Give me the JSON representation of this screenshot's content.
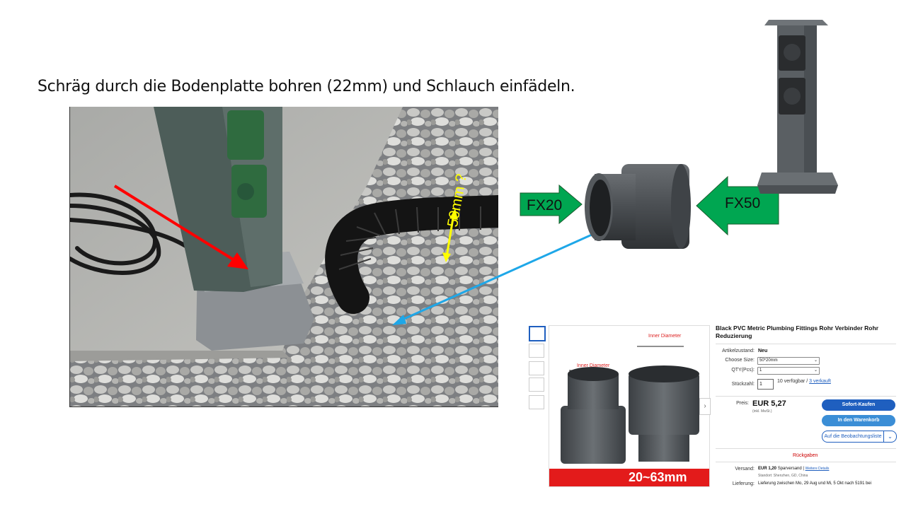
{
  "slide": {
    "title": "Schräg durch die Bodenplatte bohren (22mm) und Schlauch einfädeln.",
    "photo_annotation": "50mm ?",
    "fx_left": "FX20",
    "fx_right": "FX50"
  },
  "colors": {
    "green_arrow": "#00a651",
    "red_arrow": "#ff0000",
    "blue_line": "#1ea7e8",
    "yellow_marker": "#ffff00",
    "ebay_blue": "#1f5fbf"
  },
  "listing": {
    "title": "Black PVC Metric Plumbing Fittings Rohr Verbinder Rohr Reduzierung",
    "image_label_left": "Inner Diameter",
    "image_label_right": "Inner Diameter",
    "image_banner": "20~63mm",
    "condition_label": "Artikelzustand:",
    "condition_value": "Neu",
    "size_label": "Choose Size:",
    "size_value": "50*20mm",
    "qty_label": "QTY(Pcs):",
    "qty_value": "1",
    "count_label": "Stückzahl:",
    "count_value": "1",
    "available": "10 verfügbar /",
    "sold": "3 verkauft",
    "price_label": "Preis:",
    "price": "EUR 5,27",
    "price_note": "(inkl. MwSt.)",
    "buy_now": "Sofort-Kaufen",
    "add_to_cart": "In den Warenkorb",
    "watch": "Auf die Beobachtungsliste",
    "returns": "Rückgaben",
    "shipping_label": "Versand:",
    "shipping_value": "EUR 1,20",
    "shipping_type": "Sparversand |",
    "shipping_details": "Weitere Details",
    "location": "Standort: Shenzhen, GD, China",
    "delivery_label": "Lieferung:",
    "delivery_value": "Lieferung zwischen Mo, 29 Aug und Mi, 5 Okt nach 5191 bei"
  }
}
